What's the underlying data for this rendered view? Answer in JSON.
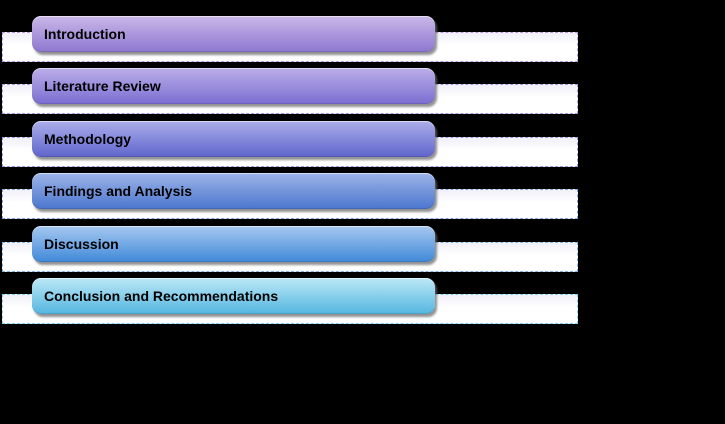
{
  "diagram": {
    "type": "vertical-block-list",
    "background_color": "#000000",
    "stripe_fill": "#ffffff",
    "label_color": "#000000",
    "items": [
      {
        "label": "Introduction",
        "grad_top": "#cab8e8",
        "grad_bottom": "#8d77d0",
        "stripe_border": "#b49ade"
      },
      {
        "label": "Literature Review",
        "grad_top": "#bcaee8",
        "grad_bottom": "#7a6ed2",
        "stripe_border": "#a795dc"
      },
      {
        "label": "Methodology",
        "grad_top": "#abadea",
        "grad_bottom": "#6065cc",
        "stripe_border": "#929ae0"
      },
      {
        "label": "Findings and Analysis",
        "grad_top": "#9db4e8",
        "grad_bottom": "#4b76ce",
        "stripe_border": "#83a0e0"
      },
      {
        "label": "Discussion",
        "grad_top": "#a6c8f0",
        "grad_bottom": "#4089d8",
        "stripe_border": "#7fb2e4"
      },
      {
        "label": "Conclusion and Recommendations",
        "grad_top": "#bce8f6",
        "grad_bottom": "#54b6e0",
        "stripe_border": "#7fd0ea"
      }
    ]
  }
}
